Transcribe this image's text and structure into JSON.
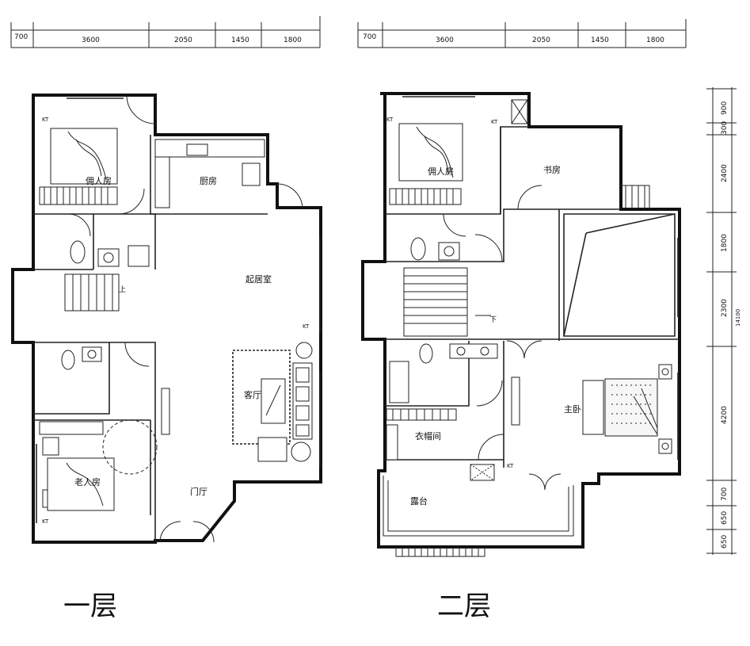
{
  "top_dimensions_floor1": [
    "700",
    "3600",
    "2050",
    "1450",
    "1800"
  ],
  "top_dimensions_floor2": [
    "700",
    "3600",
    "2050",
    "1450",
    "1800"
  ],
  "side_dimensions": [
    "900",
    "300",
    "2400",
    "1800",
    "2300",
    "4200",
    "700",
    "650",
    "650"
  ],
  "side_total": "14100",
  "kt_label": "KT",
  "floor1": {
    "caption": "一层",
    "rooms": {
      "servant_room": "佣人房",
      "kitchen": "厨房",
      "living_room": "起居室",
      "up_label": "上",
      "parlor": "客厅",
      "elder_room": "老人房",
      "foyer": "门厅"
    }
  },
  "floor2": {
    "caption": "二层",
    "rooms": {
      "servant_room": "佣人房",
      "study": "书房",
      "down_label": "下",
      "closet": "衣帽间",
      "master_bedroom": "主卧",
      "terrace": "露台"
    }
  }
}
